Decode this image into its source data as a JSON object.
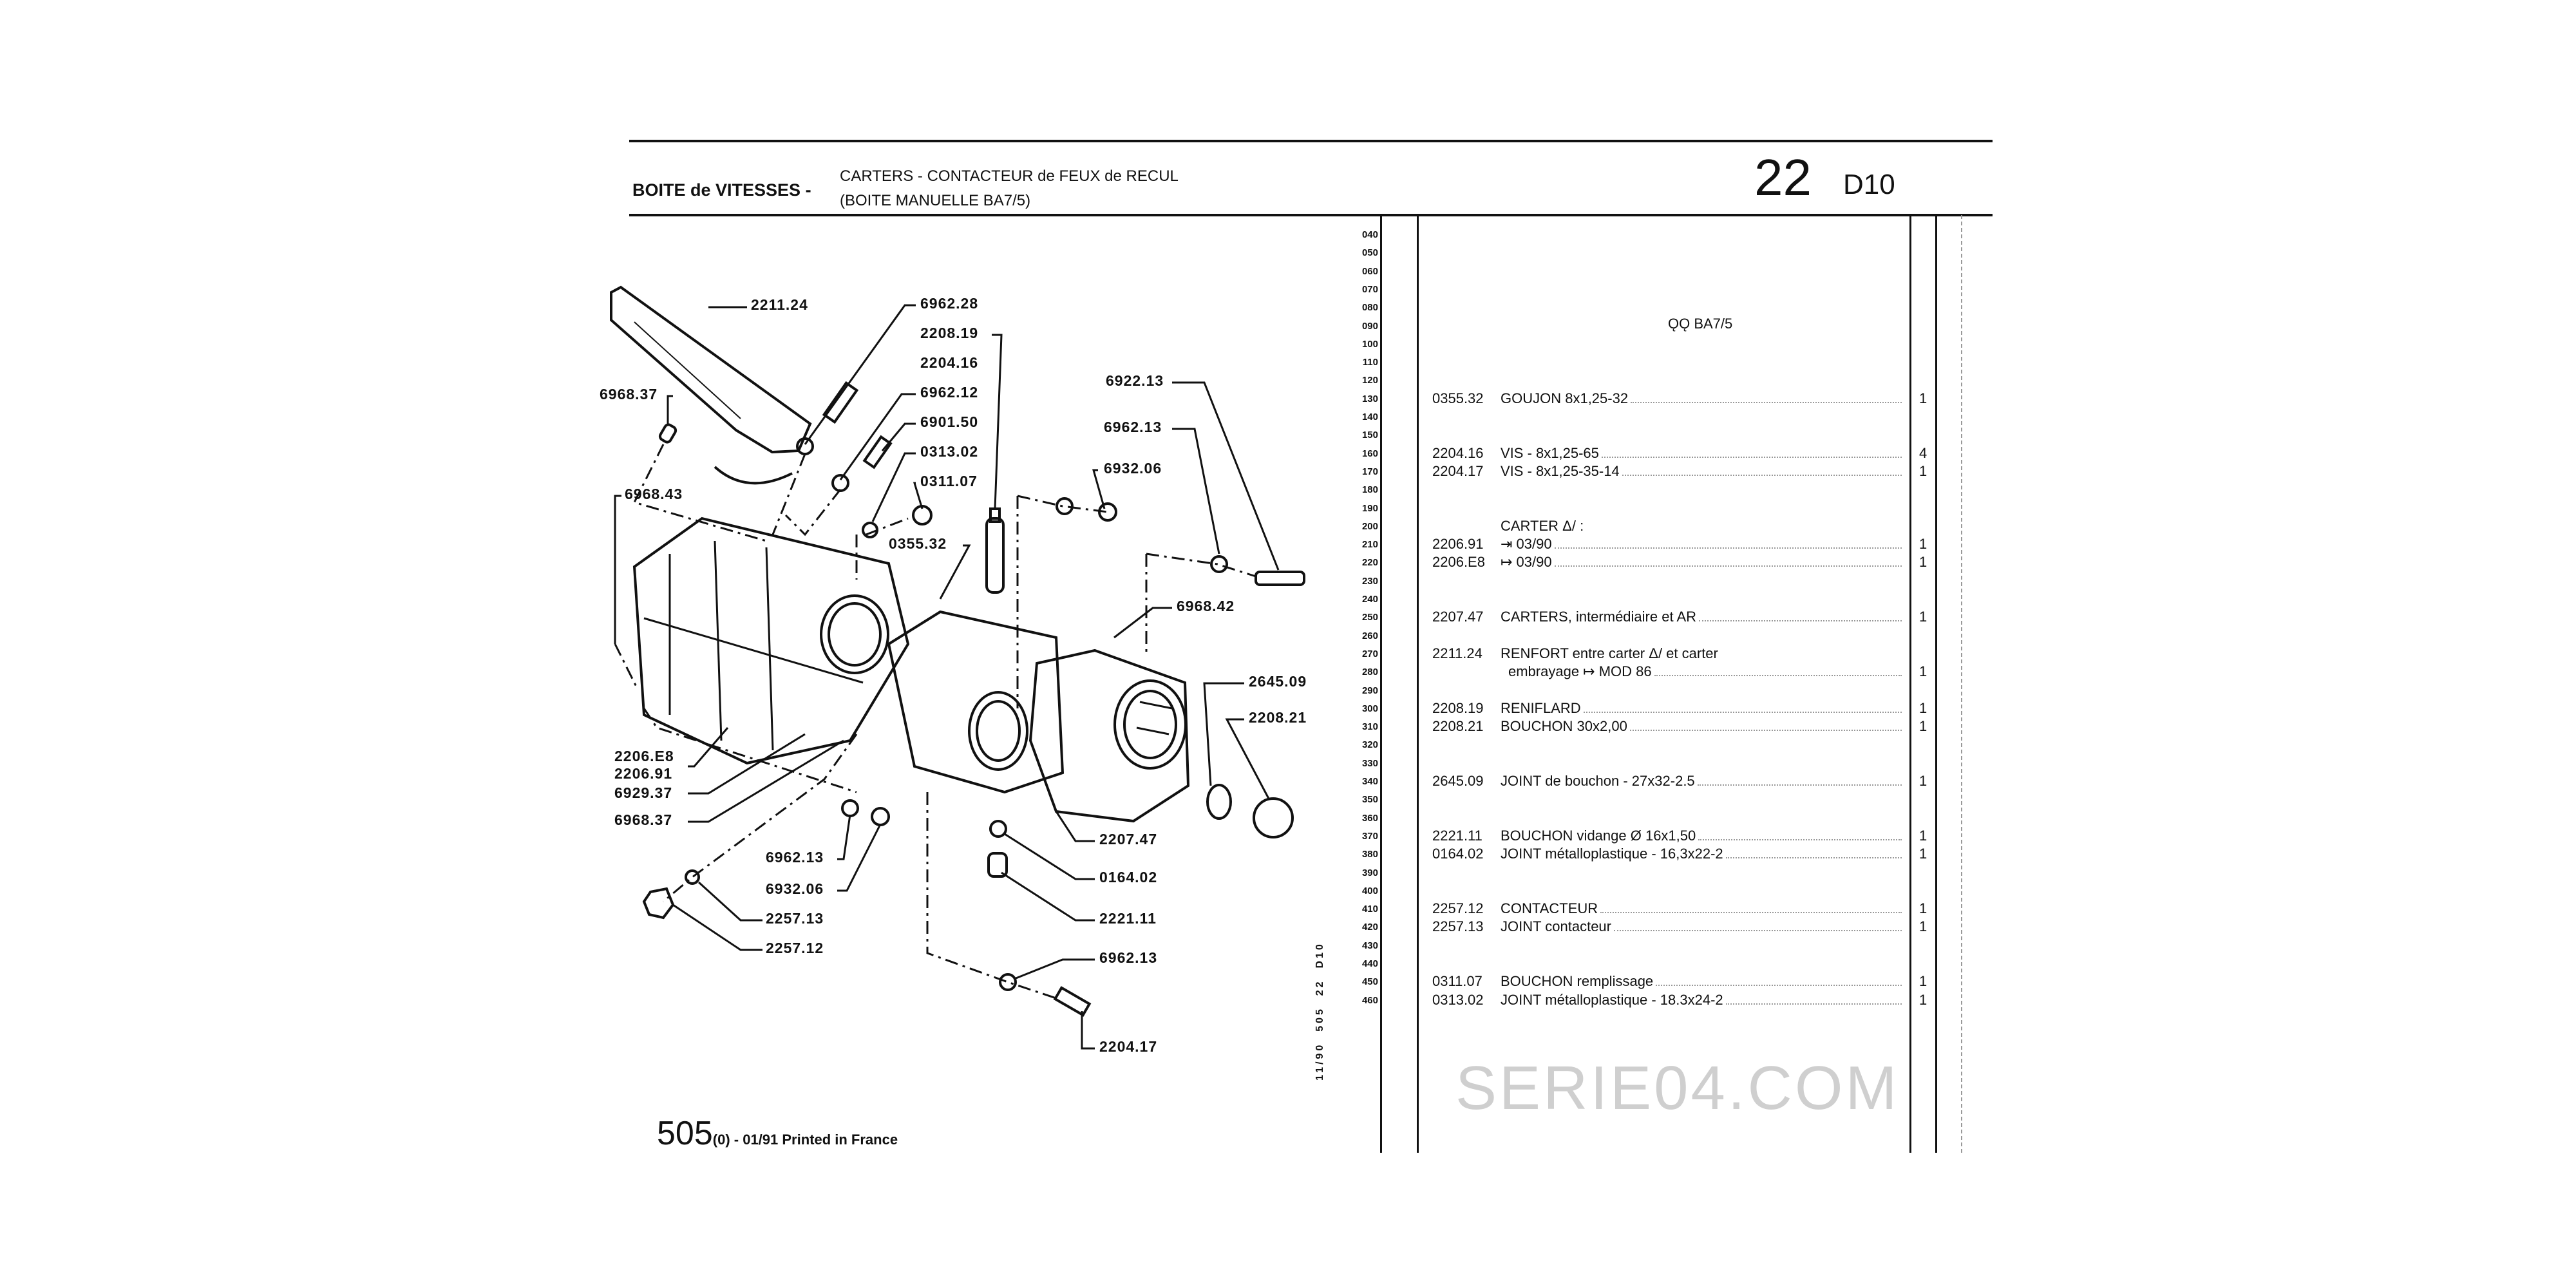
{
  "header": {
    "section": "BOITE de VITESSES -",
    "subtitle_line1": "CARTERS - CONTACTEUR de FEUX de RECUL",
    "subtitle_line2": "(BOITE MANUELLE BA7/5)",
    "group": "22",
    "plate": "D10"
  },
  "version_note": "ǪǪ BA7/5",
  "row_numbers": [
    "040",
    "050",
    "060",
    "070",
    "080",
    "090",
    "100",
    "110",
    "120",
    "130",
    "140",
    "150",
    "160",
    "170",
    "180",
    "190",
    "200",
    "210",
    "220",
    "230",
    "240",
    "250",
    "260",
    "270",
    "280",
    "290",
    "300",
    "310",
    "320",
    "330",
    "340",
    "350",
    "360",
    "370",
    "380",
    "390",
    "400",
    "410",
    "420",
    "430",
    "440",
    "450",
    "460"
  ],
  "items": [
    {
      "row": "130",
      "code": "0355.32",
      "desc": "GOUJON 8x1,25-32",
      "qty": "1"
    },
    {
      "row": "160",
      "code": "2204.16",
      "desc": "VIS - 8x1,25-65",
      "qty": "4"
    },
    {
      "row": "170",
      "code": "2204.17",
      "desc": "VIS - 8x1,25-35-14",
      "qty": "1"
    },
    {
      "row": "200",
      "code": "",
      "desc": "CARTER Δ/ :",
      "qty": ""
    },
    {
      "row": "210",
      "code": "2206.91",
      "desc": "⇥ 03/90",
      "qty": "1"
    },
    {
      "row": "220",
      "code": "2206.E8",
      "desc": "↦ 03/90",
      "qty": "1"
    },
    {
      "row": "250",
      "code": "2207.47",
      "desc": "CARTERS, intermédiaire et AR",
      "qty": "1"
    },
    {
      "row": "270",
      "code": "2211.24",
      "desc": "RENFORT entre carter Δ/ et carter",
      "qty": ""
    },
    {
      "row": "280",
      "code": "",
      "desc": "embrayage ↦ MOD 86",
      "qty": "1"
    },
    {
      "row": "300",
      "code": "2208.19",
      "desc": "RENIFLARD",
      "qty": "1"
    },
    {
      "row": "310",
      "code": "2208.21",
      "desc": "BOUCHON 30x2,00",
      "qty": "1"
    },
    {
      "row": "340",
      "code": "2645.09",
      "desc": "JOINT de bouchon - 27x32-2.5",
      "qty": "1"
    },
    {
      "row": "370",
      "code": "2221.11",
      "desc": "BOUCHON vidange Ø 16x1,50",
      "qty": "1"
    },
    {
      "row": "380",
      "code": "0164.02",
      "desc": "JOINT métalloplastique - 16,3x22-2",
      "qty": "1"
    },
    {
      "row": "410",
      "code": "2257.12",
      "desc": "CONTACTEUR",
      "qty": "1"
    },
    {
      "row": "420",
      "code": "2257.13",
      "desc": "JOINT contacteur",
      "qty": "1"
    },
    {
      "row": "450",
      "code": "0311.07",
      "desc": "BOUCHON remplissage",
      "qty": "1"
    },
    {
      "row": "460",
      "code": "0313.02",
      "desc": "JOINT métalloplastique - 18.3x24-2",
      "qty": "1"
    }
  ],
  "diagram_labels": [
    "2211.24",
    "6962.28",
    "2208.19",
    "2204.16",
    "6962.12",
    "6901.50",
    "0313.02",
    "0311.07",
    "0355.32",
    "6968.37",
    "6968.43",
    "6922.13",
    "6962.13",
    "6932.06",
    "6968.42",
    "2645.09",
    "2208.21",
    "2206.E8",
    "2206.91",
    "6929.37",
    "6968.37",
    "6962.13",
    "6932.06",
    "2257.13",
    "2257.12",
    "2207.47",
    "0164.02",
    "2221.11",
    "6962.13",
    "2204.17"
  ],
  "side_ref": "11/90  505  22  D10",
  "watermark": "SERIE04.COM",
  "footer": {
    "model": "505",
    "suffix": "(0)",
    "text": " - 01/91 Printed in France"
  }
}
